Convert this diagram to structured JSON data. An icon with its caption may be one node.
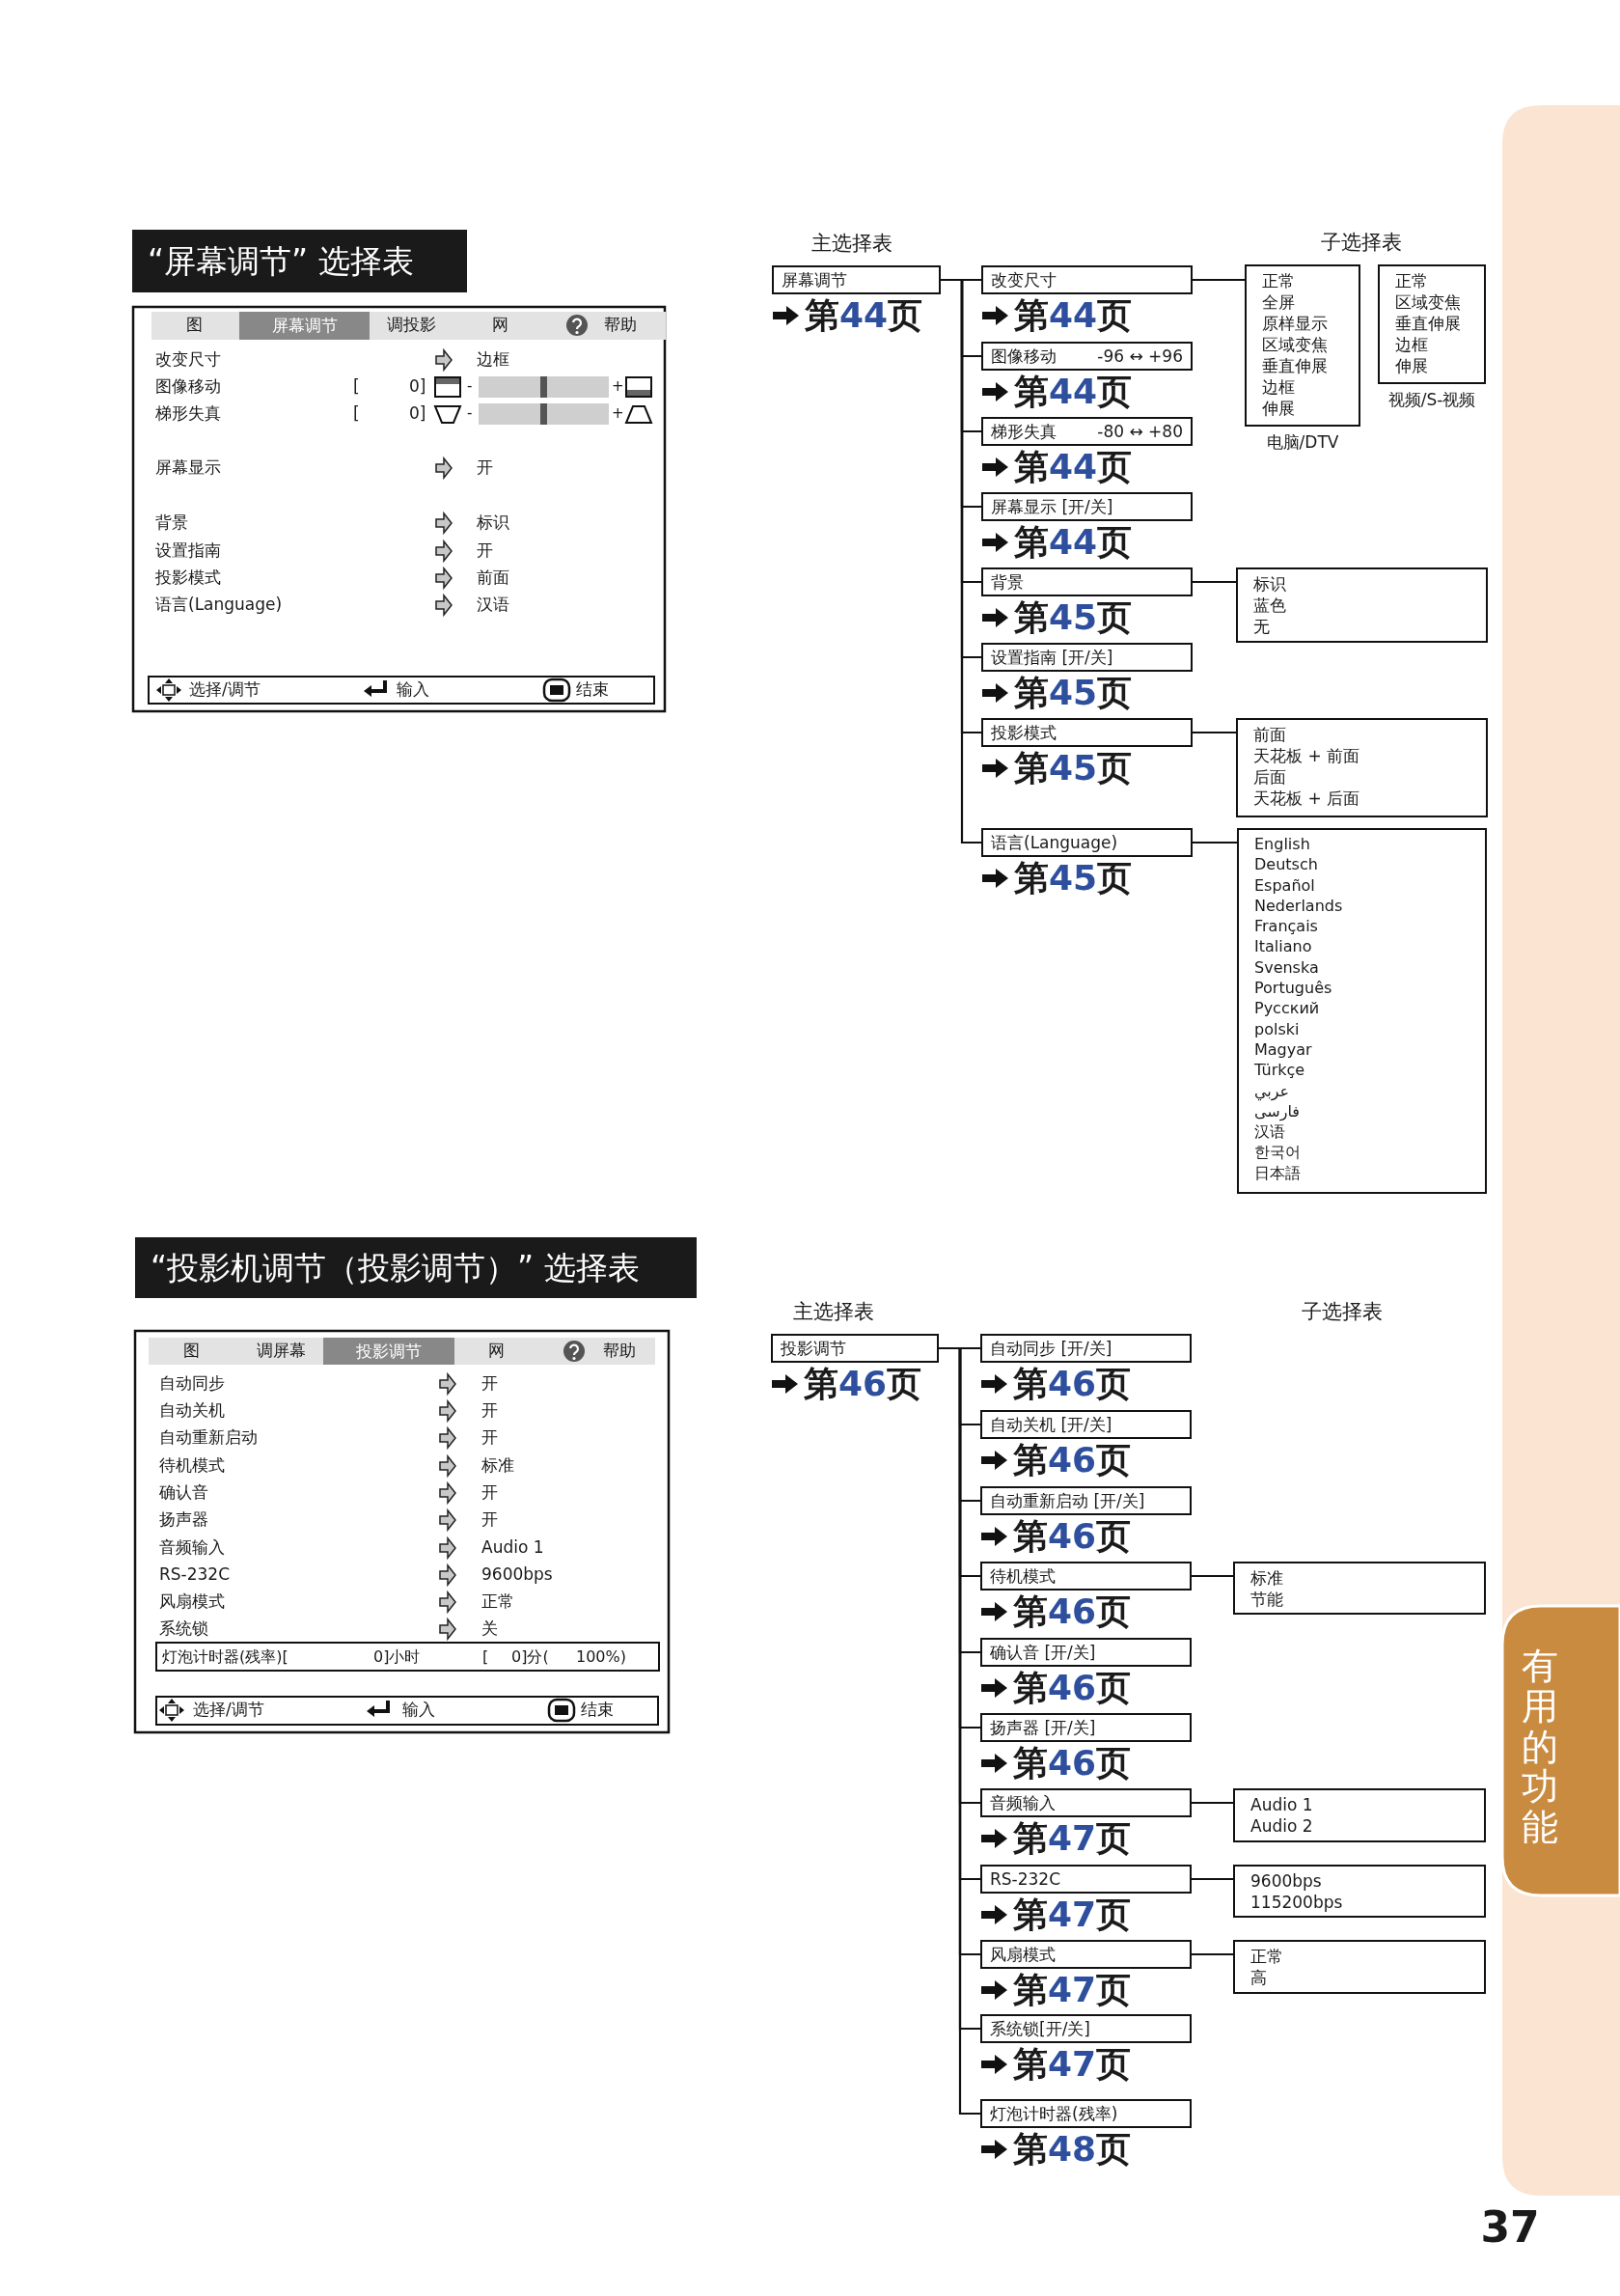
{
  "diagram": {
    "nodes": [
      {
        "text": [
          "屏幕调节"
        ],
        "beside": [
          "第44页"
        ]
      },
      {
        "text": [
          "改变尺寸"
        ],
        "beside": [
          "第44页"
        ]
      },
      {
        "text": [
          "图像移动",
          "-96 ↔ +96"
        ],
        "beside": [
          "第44页"
        ]
      },
      {
        "text": [
          "梯形失真",
          "-80 ↔ +80"
        ],
        "beside": [
          "第44页"
        ]
      },
      {
        "text": [
          "屏幕显示 [开/关]"
        ],
        "beside": [
          "第44页"
        ]
      },
      {
        "text": [
          "背景"
        ],
        "beside": [
          "第45页"
        ]
      },
      {
        "text": [
          "设置指南 [开/关]"
        ],
        "beside": [
          "第45页"
        ]
      },
      {
        "text": [
          "投影模式"
        ],
        "beside": [
          "第45页"
        ]
      },
      {
        "text": [
          "语言(Language)"
        ],
        "beside": [
          "第45页"
        ]
      },
      {
        "text": [
          "正常",
          "全屏",
          "原样显示",
          "区域变焦",
          "垂直伸展",
          "边框",
          "伸展"
        ],
        "beside": [
          "电脑/DTV"
        ]
      },
      {
        "text": [
          "正常",
          "区域变焦",
          "垂直伸展",
          "边框",
          "伸展"
        ],
        "beside": [
          "视频/S-视频"
        ]
      },
      {
        "text": [
          "标识",
          "蓝色",
          "无"
        ]
      },
      {
        "text": [
          "前面",
          "天花板 + 前面",
          "后面",
          "天花板 + 后面"
        ]
      },
      {
        "text": [
          "English",
          "Deutsch",
          "Español",
          "Nederlands",
          "Français",
          "Italiano",
          "Svenska",
          "Português",
          "Русский",
          "polski",
          "Magyar",
          "Türkçe",
          "عربي",
          "فارسی",
          "汉语",
          "한국어",
          "日本語"
        ]
      },
      {
        "text": [
          "投影调节"
        ],
        "beside": [
          "第46页"
        ]
      },
      {
        "text": [
          "自动同步 [开/关]"
        ],
        "beside": [
          "第46页"
        ]
      },
      {
        "text": [
          "自动关机 [开/关]"
        ],
        "beside": [
          "第46页"
        ]
      },
      {
        "text": [
          "自动重新启动 [开/关]"
        ],
        "beside": [
          "第46页"
        ]
      },
      {
        "text": [
          "待机模式"
        ],
        "beside": [
          "第46页"
        ]
      },
      {
        "text": [
          "确认音 [开/关]"
        ],
        "beside": [
          "第46页"
        ]
      },
      {
        "text": [
          "扬声器 [开/关]"
        ],
        "beside": [
          "第46页"
        ]
      },
      {
        "text": [
          "音频输入"
        ],
        "beside": [
          "第47页"
        ]
      },
      {
        "text": [
          "RS-232C"
        ],
        "beside": [
          "第47页"
        ]
      },
      {
        "text": [
          "风扇模式"
        ],
        "beside": [
          "第47页"
        ]
      },
      {
        "text": [
          "系统锁[开/关]"
        ],
        "beside": [
          "第47页"
        ]
      },
      {
        "text": [
          "灯泡计时器(残率)"
        ],
        "beside": [
          "第48页"
        ]
      },
      {
        "text": [
          "标准",
          "节能"
        ]
      },
      {
        "text": [
          "Audio 1",
          "Audio 2"
        ]
      },
      {
        "text": [
          "9600bps",
          "115200bps"
        ]
      },
      {
        "text": [
          "正常",
          "高"
        ]
      }
    ],
    "edges": [
      {
        "from": 0,
        "to": 1,
        "arrow": "none"
      },
      {
        "from": 0,
        "to": 2,
        "arrow": "none"
      },
      {
        "from": 0,
        "to": 3,
        "arrow": "none"
      },
      {
        "from": 0,
        "to": 4,
        "arrow": "none"
      },
      {
        "from": 0,
        "to": 5,
        "arrow": "none"
      },
      {
        "from": 0,
        "to": 6,
        "arrow": "none"
      },
      {
        "from": 0,
        "to": 7,
        "arrow": "none"
      },
      {
        "from": 0,
        "to": 8,
        "arrow": "none"
      },
      {
        "from": 1,
        "to": 9,
        "arrow": "none"
      },
      {
        "from": 5,
        "to": 11,
        "arrow": "none"
      },
      {
        "from": 7,
        "to": 12,
        "arrow": "none"
      },
      {
        "from": 8,
        "to": 13,
        "arrow": "none"
      },
      {
        "from": 14,
        "to": 15,
        "arrow": "none"
      },
      {
        "from": 14,
        "to": 16,
        "arrow": "none"
      },
      {
        "from": 14,
        "to": 17,
        "arrow": "none"
      },
      {
        "from": 14,
        "to": 18,
        "arrow": "none"
      },
      {
        "from": 14,
        "to": 19,
        "arrow": "none"
      },
      {
        "from": 14,
        "to": 20,
        "arrow": "none"
      },
      {
        "from": 14,
        "to": 21,
        "arrow": "none"
      },
      {
        "from": 14,
        "to": 22,
        "arrow": "none"
      },
      {
        "from": 14,
        "to": 23,
        "arrow": "none"
      },
      {
        "from": 14,
        "to": 24,
        "arrow": "none"
      },
      {
        "from": 14,
        "to": 25,
        "arrow": "none"
      },
      {
        "from": 18,
        "to": 26,
        "arrow": "none"
      },
      {
        "from": 21,
        "to": 27,
        "arrow": "none"
      },
      {
        "from": 22,
        "to": 28,
        "arrow": "none"
      },
      {
        "from": 23,
        "to": 29,
        "arrow": "none"
      }
    ],
    "labels": [
      "“屏幕调节” 选择表",
      "图",
      "屏幕调节",
      "调投影",
      "网",
      "帮助",
      "改变尺寸",
      "边框",
      "图像移动",
      "[",
      "0]",
      "-",
      "+",
      "梯形失真",
      "[",
      "0]",
      "-",
      "+",
      "屏幕显示",
      "开",
      "背景",
      "标识",
      "设置指南",
      "开",
      "投影模式",
      "前面",
      "语言(Language)",
      "汉语",
      "选择/调节",
      "输入",
      "结束",
      "主选择表",
      "子选择表",
      "“投影机调节（投影调节）” 选择表",
      "图",
      "调屏幕",
      "投影调节",
      "网",
      "帮助",
      "自动同步",
      "开",
      "自动关机",
      "开",
      "自动重新启动",
      "开",
      "待机模式",
      "标准",
      "确认音",
      "开",
      "扬声器",
      "开",
      "音频输入",
      "Audio 1",
      "RS-232C",
      "9600bps",
      "风扇模式",
      "正常",
      "系统锁",
      "关",
      "灯泡计时器(残率)[",
      "0]小时",
      "[",
      "0]分(",
      "100%)",
      "选择/调节",
      "输入",
      "结束",
      "主选择表",
      "子选择表",
      "有用的功能",
      "37"
    ]
  }
}
